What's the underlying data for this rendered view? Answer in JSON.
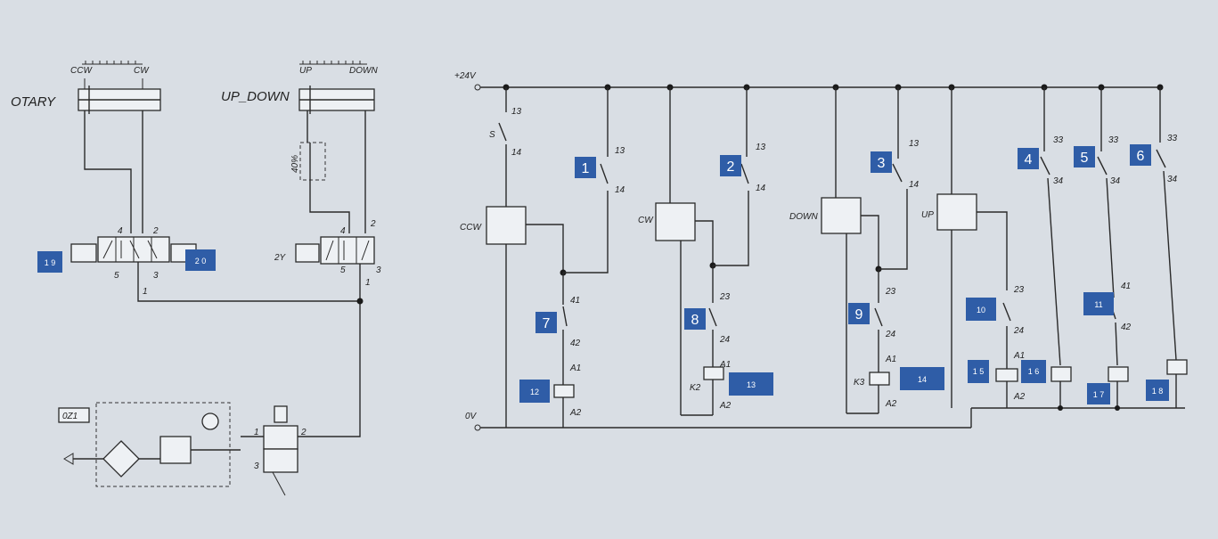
{
  "pneumatic": {
    "rotary_label": "OTARY",
    "updown_label": "UP_DOWN",
    "ccw": "CCW",
    "cw": "CW",
    "up": "UP",
    "down": "DOWN",
    "throttle_pct": "40%",
    "sol_2y": "2Y",
    "fru_label": "0Z1",
    "ports": {
      "p4": "4",
      "p2": "2",
      "p5": "5",
      "p3": "3",
      "p1": "1"
    }
  },
  "electrical": {
    "supply_plus": "+24V",
    "supply_zero": "0V",
    "start_switch": "S",
    "coil_k2": "K2",
    "coil_k3": "K3",
    "sensor_ccw": "CCW",
    "sensor_cw": "CW",
    "sensor_down": "DOWN",
    "sensor_up": "UP",
    "terminals": {
      "t13": "13",
      "t14": "14",
      "t23": "23",
      "t24": "24",
      "t33": "33",
      "t34": "34",
      "t41": "41",
      "t42": "42",
      "a1": "A1",
      "a2": "A2"
    }
  },
  "markers": {
    "m1": "1",
    "m2": "2",
    "m3": "3",
    "m4": "4",
    "m5": "5",
    "m6": "6",
    "m7": "7",
    "m8": "8",
    "m9": "9",
    "m10": "10",
    "m11": "11",
    "m12": "12",
    "m13": "13",
    "m14": "14",
    "m15": "1\n5",
    "m16": "1\n6",
    "m17": "1\n7",
    "m18": "1\n8",
    "m19": "1\n9",
    "m20": "2\n0"
  },
  "colors": {
    "marker": "#2f5da7",
    "paper": "#d9dee4",
    "ink": "#2a2a2a"
  }
}
